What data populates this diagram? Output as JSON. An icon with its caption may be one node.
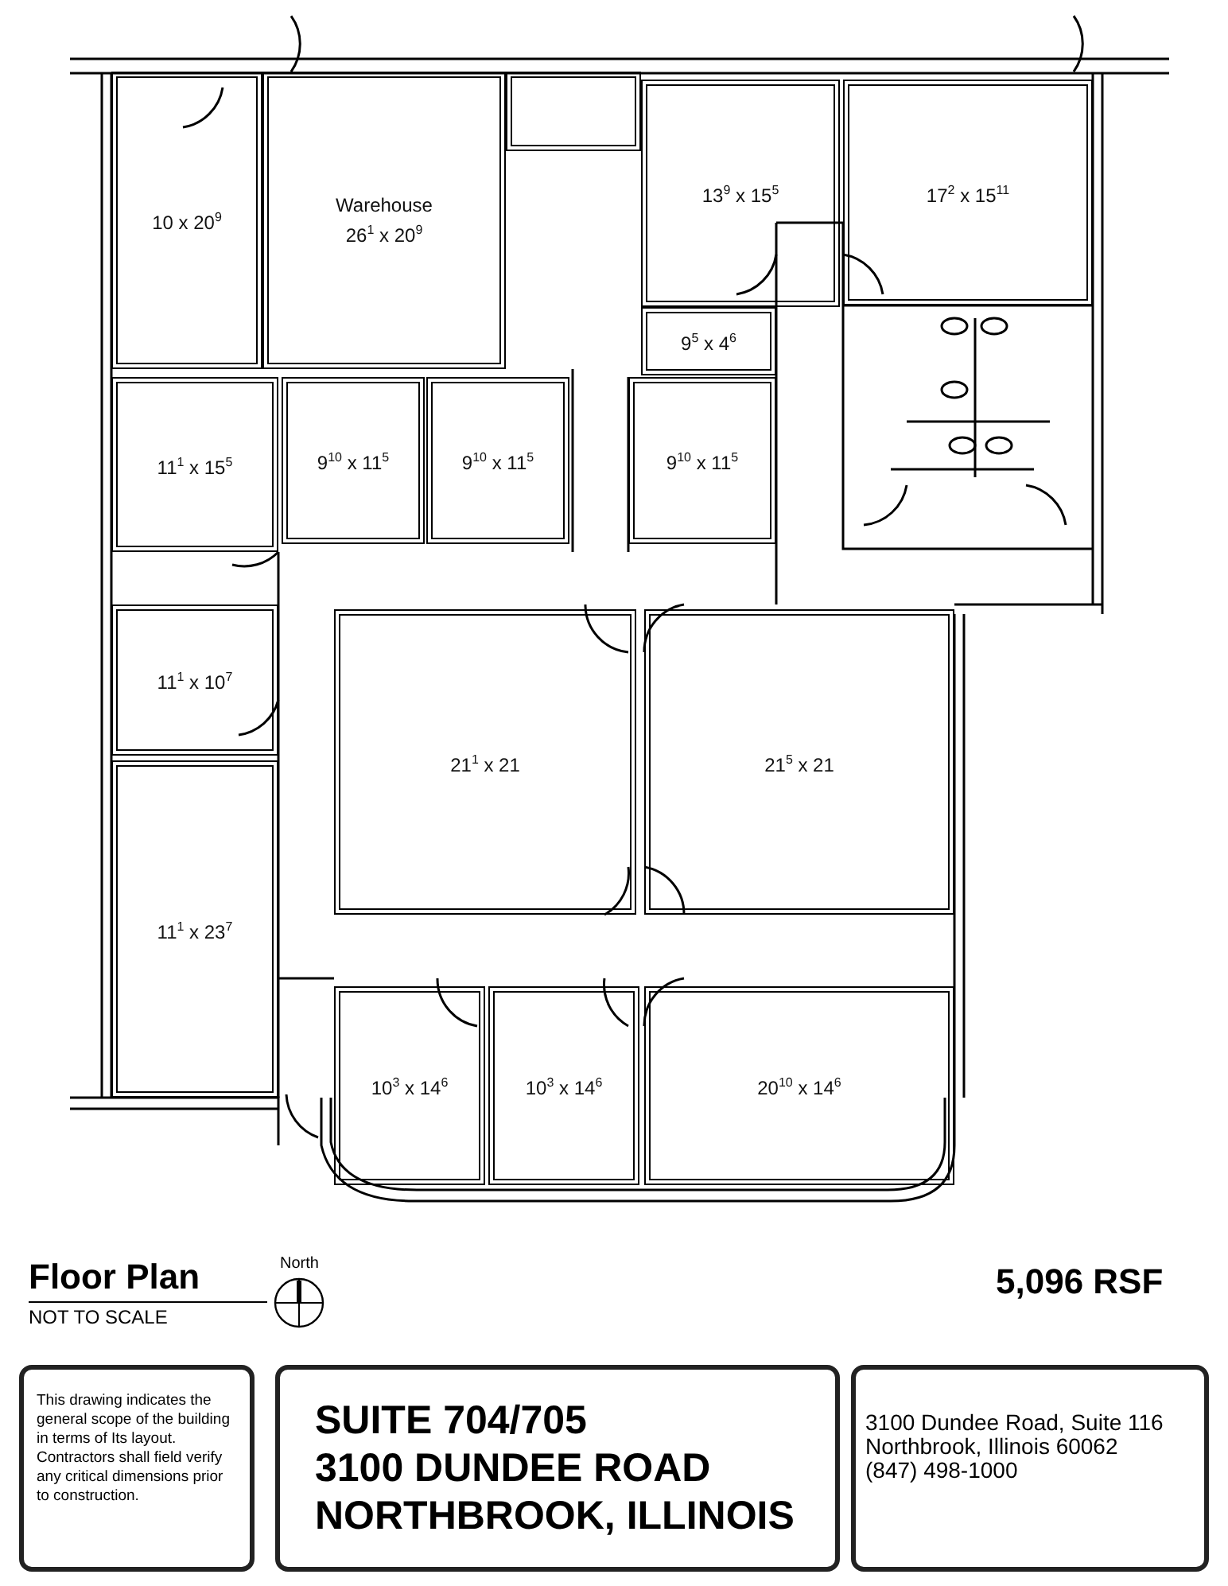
{
  "diagram": {
    "title": "Floor Plan",
    "nodes": [
      {
        "text": [
          "10 x 20$^{9}$"
        ]
      },
      {
        "text": [
          "Warehouse",
          "26$^{1}$ x 20$^{9}$"
        ]
      },
      {
        "text": [],
        "shape": "box"
      },
      {
        "text": [
          "13$^{9}$ x 15$^{5}$"
        ]
      },
      {
        "text": [
          "17$^{2}$ x 15$^{11}$"
        ]
      },
      {
        "text": [
          "9$^{5}$ x 4$^{6}$"
        ]
      },
      {
        "text": [
          "11$^{1}$ x 15$^{5}$"
        ]
      },
      {
        "text": [
          "9$^{10}$ x 11$^{5}$"
        ]
      },
      {
        "text": [
          "9$^{10}$ x 11$^{5}$"
        ]
      },
      {
        "text": [
          "9$^{10}$ x 11$^{5}$"
        ]
      },
      {
        "text": [
          "11$^{1}$ x 10$^{7}$"
        ]
      },
      {
        "text": [
          "21$^{1}$ x 21"
        ]
      },
      {
        "text": [
          "21$^{5}$ x 21"
        ]
      },
      {
        "text": [
          "11$^{1}$ x 23$^{7}$"
        ]
      },
      {
        "text": [
          "10$^{3}$ x 14$^{6}$"
        ]
      },
      {
        "text": [
          "10$^{3}$ x 14$^{6}$"
        ]
      },
      {
        "text": [
          "20$^{10}$ x 14$^{6}$"
        ]
      },
      {
        "text": [
          "This drawing indicates the general scope of the building in terms of Its layout. Contractors shall field verify any critical dimensions prior to construction."
        ]
      },
      {
        "text": [
          "SUITE 704/705",
          "3100 DUNDEE ROAD",
          "NORTHBROOK, ILLINOIS"
        ]
      },
      {
        "text": [
          "3100 Dundee Road, Suite 116",
          "Northbrook, Illinois 60062",
          "(847) 498-1000"
        ]
      }
    ],
    "labels": [
      "North",
      "5,096 RSF",
      "NOT TO SCALE"
    ]
  }
}
